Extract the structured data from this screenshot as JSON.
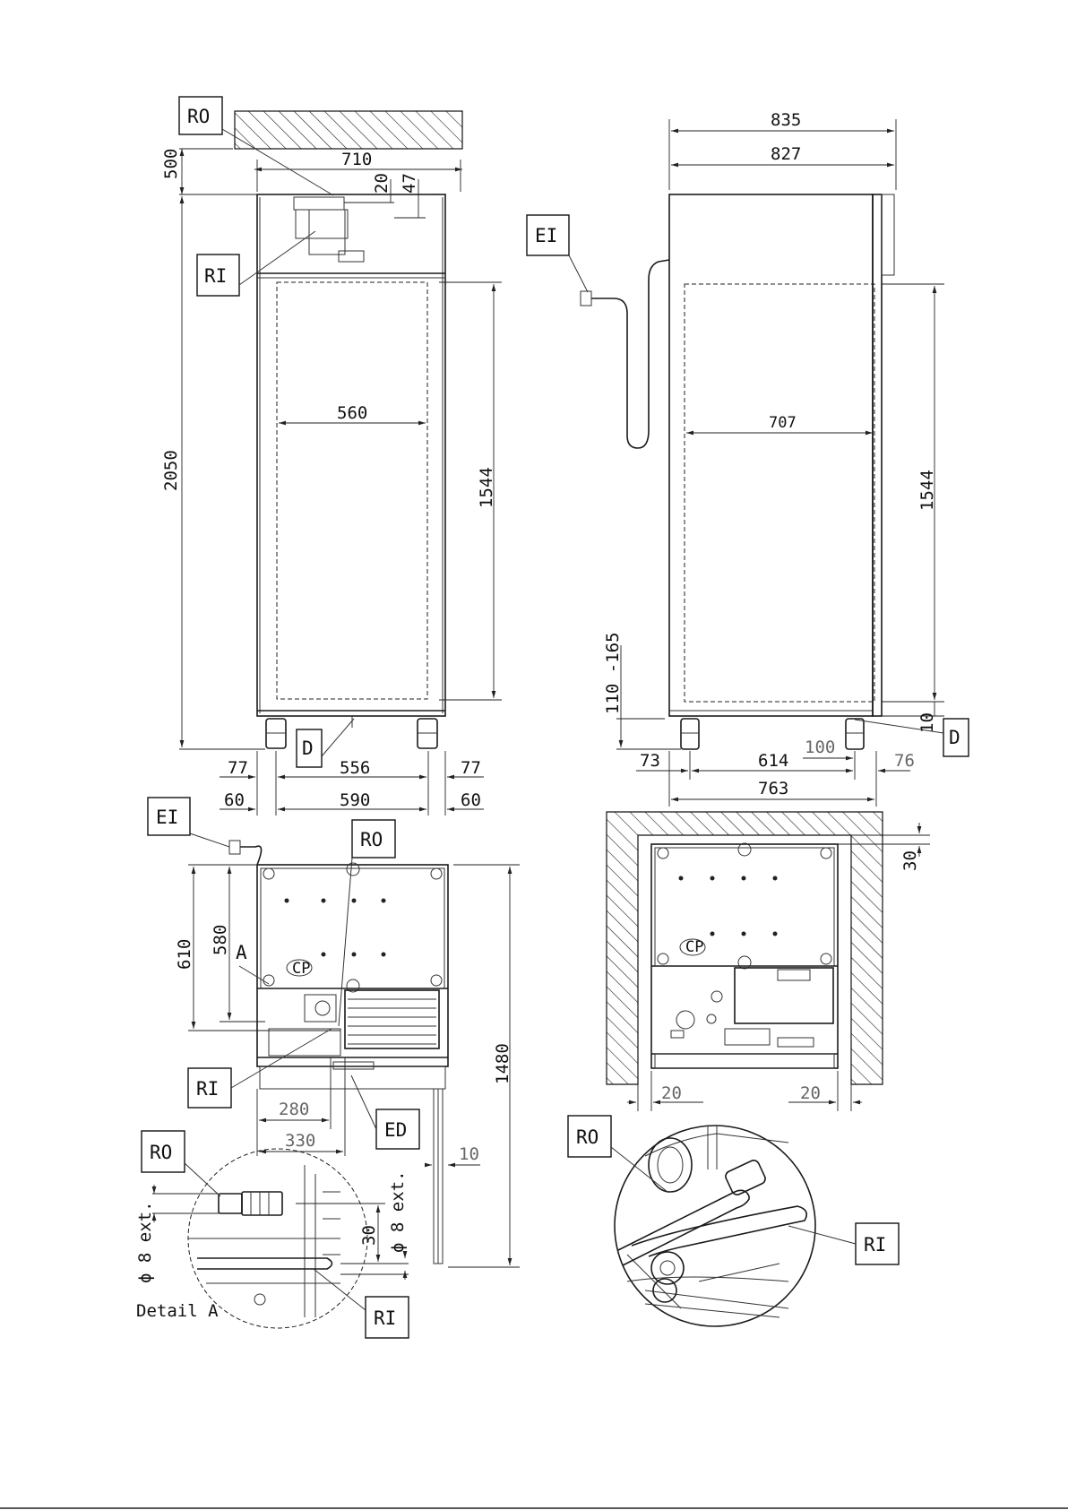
{
  "front_view": {
    "label_ro": "RO",
    "label_ri": "RI",
    "label_d": "D",
    "dim_clearance": "500",
    "dim_width_top": "710",
    "dim_20": "20",
    "dim_47": "47",
    "dim_height": "2050",
    "dim_inner_width": "560",
    "dim_inner_height": "1544",
    "dim_77_left": "77",
    "dim_556": "556",
    "dim_77_right": "77",
    "dim_60_left": "60",
    "dim_590": "590",
    "dim_60_right": "60"
  },
  "side_view": {
    "label_ei": "EI",
    "label_d": "D",
    "dim_835": "835",
    "dim_827": "827",
    "dim_707": "707",
    "dim_1544": "1544",
    "dim_feet": "110 -165",
    "dim_10": "10",
    "dim_73": "73",
    "dim_614": "614",
    "dim_100": "100",
    "dim_76": "76",
    "dim_763": "763"
  },
  "top_view": {
    "label_ei": "EI",
    "label_ro": "RO",
    "label_ri": "RI",
    "label_ed": "ED",
    "label_a": "A",
    "cp_mark": "CP",
    "dim_610": "610",
    "dim_580": "580",
    "dim_1480": "1480",
    "dim_280": "280",
    "dim_330": "330",
    "dim_10": "10"
  },
  "detail_a": {
    "label_ro": "RO",
    "label_ri": "RI",
    "dim_d8_left": "ϕ 8 ext.",
    "dim_30": "30",
    "dim_d8_right": "ϕ 8 ext.",
    "caption": "Detail A"
  },
  "install_view": {
    "cp_mark": "CP",
    "dim_30": "30",
    "dim_20_left": "20",
    "dim_20_right": "20"
  },
  "detail_b": {
    "label_ro": "RO",
    "label_ri": "RI"
  }
}
